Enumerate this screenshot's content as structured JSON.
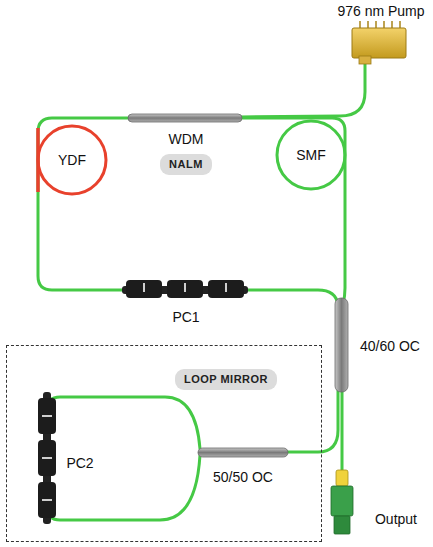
{
  "diagram": {
    "nodes": [
      {
        "text": [
          "YDF"
        ]
      },
      {
        "text": [
          "SMF"
        ]
      },
      {
        "text": [
          "NALM"
        ]
      },
      {
        "text": [
          "LOOP MIRROR"
        ]
      }
    ],
    "labels": [
      "976 nm Pump",
      "WDM",
      "PC1",
      "40/60 OC",
      "50/50 OC",
      "PC2",
      "Output"
    ]
  }
}
